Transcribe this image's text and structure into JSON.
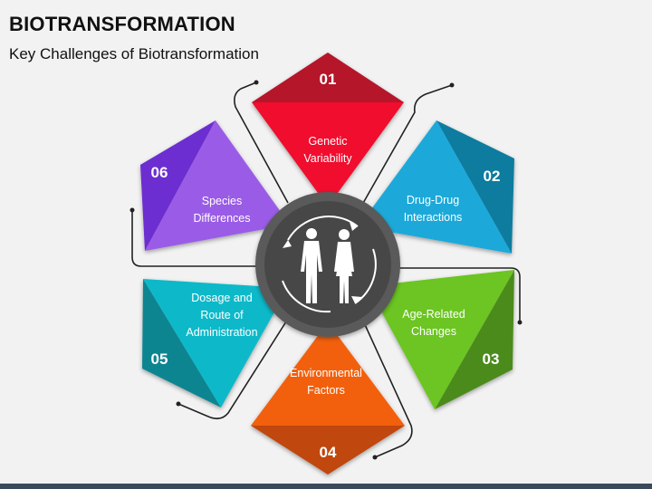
{
  "header": {
    "title": "BIOTRANSFORMATION",
    "subtitle": "Key Challenges of Biotransformation"
  },
  "center": {
    "icon": "human-figures-icon",
    "ring_color": "#555555",
    "fill_color": "#4a4a4a"
  },
  "segments": [
    {
      "number": "01",
      "label_lines": [
        "Genetic",
        "Variability"
      ],
      "color_main": "#f0102e",
      "color_dark": "#b5122a"
    },
    {
      "number": "02",
      "label_lines": [
        "Drug-Drug",
        "Interactions"
      ],
      "color_main": "#1ba9d9",
      "color_dark": "#117c9f"
    },
    {
      "number": "03",
      "label_lines": [
        "Age-Related",
        "Changes"
      ],
      "color_main": "#6cc524",
      "color_dark": "#4b8b1c"
    },
    {
      "number": "04",
      "label_lines": [
        "Environmental",
        "Factors"
      ],
      "color_main": "#f2600c",
      "color_dark": "#c0460c"
    },
    {
      "number": "05",
      "label_lines": [
        "Dosage and",
        "Route of",
        "Administration"
      ],
      "color_main": "#11b9c9",
      "color_dark": "#0b8591"
    },
    {
      "number": "06",
      "label_lines": [
        "Species",
        "Differences"
      ],
      "color_main": "#9a5ce6",
      "color_dark": "#6c2fd0"
    }
  ]
}
